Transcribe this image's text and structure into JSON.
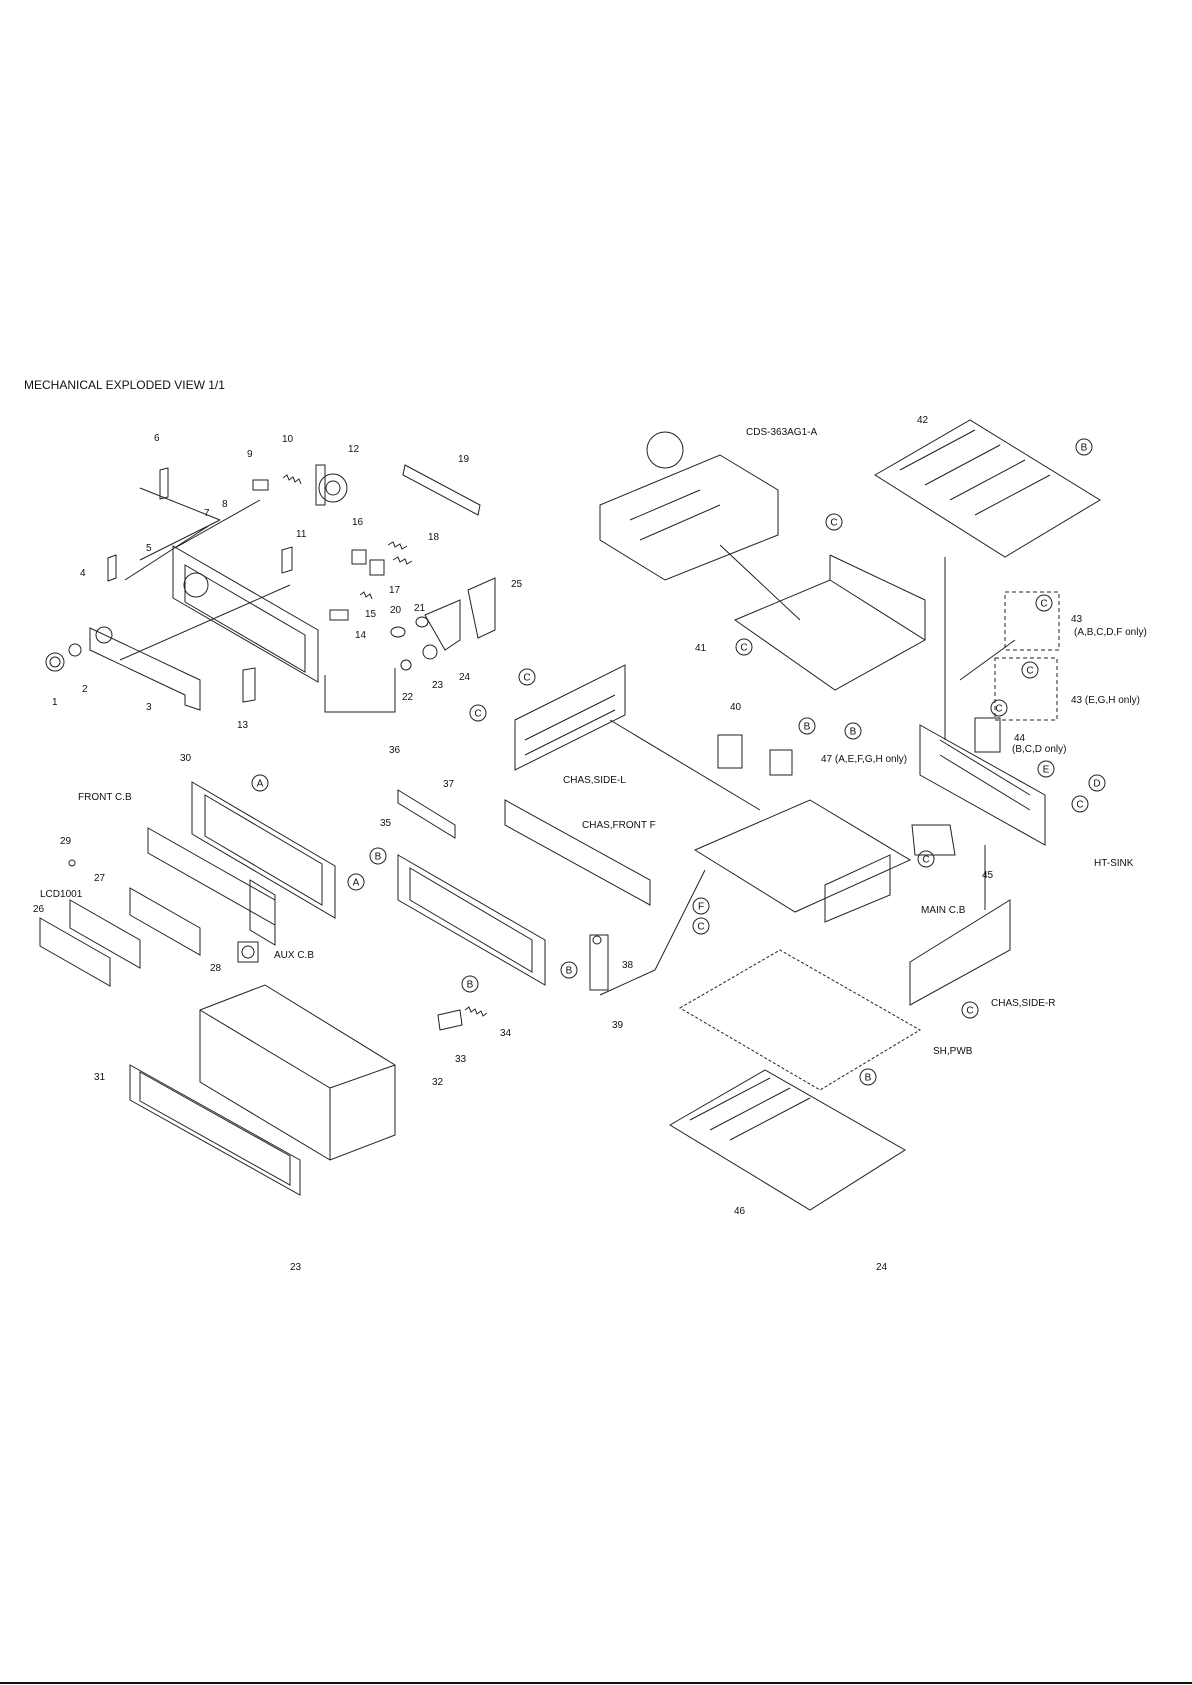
{
  "title": "MECHANICAL EXPLODED VIEW 1/1",
  "page_numbers": [
    "23",
    "24"
  ],
  "part_labels": [
    {
      "id": "1",
      "text": "1"
    },
    {
      "id": "2",
      "text": "2"
    },
    {
      "id": "3",
      "text": "3"
    },
    {
      "id": "4",
      "text": "4"
    },
    {
      "id": "5",
      "text": "5"
    },
    {
      "id": "6",
      "text": "6"
    },
    {
      "id": "7",
      "text": "7"
    },
    {
      "id": "8",
      "text": "8"
    },
    {
      "id": "9",
      "text": "9"
    },
    {
      "id": "10",
      "text": "10"
    },
    {
      "id": "11",
      "text": "11"
    },
    {
      "id": "12",
      "text": "12"
    },
    {
      "id": "13",
      "text": "13"
    },
    {
      "id": "14",
      "text": "14"
    },
    {
      "id": "15",
      "text": "15"
    },
    {
      "id": "16",
      "text": "16"
    },
    {
      "id": "17",
      "text": "17"
    },
    {
      "id": "18",
      "text": "18"
    },
    {
      "id": "19",
      "text": "19"
    },
    {
      "id": "20",
      "text": "20"
    },
    {
      "id": "21",
      "text": "21"
    },
    {
      "id": "22",
      "text": "22"
    },
    {
      "id": "23",
      "text": "23"
    },
    {
      "id": "24",
      "text": "24"
    },
    {
      "id": "25",
      "text": "25"
    },
    {
      "id": "26",
      "text": "26"
    },
    {
      "id": "27",
      "text": "27"
    },
    {
      "id": "28",
      "text": "28"
    },
    {
      "id": "29",
      "text": "29"
    },
    {
      "id": "30",
      "text": "30"
    },
    {
      "id": "31",
      "text": "31"
    },
    {
      "id": "32",
      "text": "32"
    },
    {
      "id": "33",
      "text": "33"
    },
    {
      "id": "34",
      "text": "34"
    },
    {
      "id": "35",
      "text": "35"
    },
    {
      "id": "36",
      "text": "36"
    },
    {
      "id": "37",
      "text": "37"
    },
    {
      "id": "38",
      "text": "38"
    },
    {
      "id": "39",
      "text": "39"
    },
    {
      "id": "40",
      "text": "40"
    },
    {
      "id": "41",
      "text": "41"
    },
    {
      "id": "42",
      "text": "42"
    },
    {
      "id": "43a",
      "text": "43"
    },
    {
      "id": "43a_note",
      "text": "(A,B,C,D,F only)"
    },
    {
      "id": "43b",
      "text": "43 (E,G,H only)"
    },
    {
      "id": "44",
      "text": "44"
    },
    {
      "id": "44_note",
      "text": "(B,C,D only)"
    },
    {
      "id": "45",
      "text": "45"
    },
    {
      "id": "46",
      "text": "46"
    },
    {
      "id": "47",
      "text": "47 (A,E,F,G,H only)"
    }
  ],
  "component_labels": [
    {
      "id": "cds",
      "text": "CDS-363AG1-A"
    },
    {
      "id": "front_cb",
      "text": "FRONT C.B"
    },
    {
      "id": "lcd",
      "text": "LCD1001"
    },
    {
      "id": "aux_cb",
      "text": "AUX C.B"
    },
    {
      "id": "chas_side_l",
      "text": "CHAS,SIDE-L"
    },
    {
      "id": "chas_front_f",
      "text": "CHAS,FRONT F"
    },
    {
      "id": "main_cb",
      "text": "MAIN C.B"
    },
    {
      "id": "ht_sink",
      "text": "HT-SINK"
    },
    {
      "id": "chas_side_r",
      "text": "CHAS,SIDE-R"
    },
    {
      "id": "sh_pwb",
      "text": "SH,PWB"
    }
  ],
  "reference_markers": [
    "A",
    "B",
    "C",
    "D",
    "E",
    "F"
  ]
}
